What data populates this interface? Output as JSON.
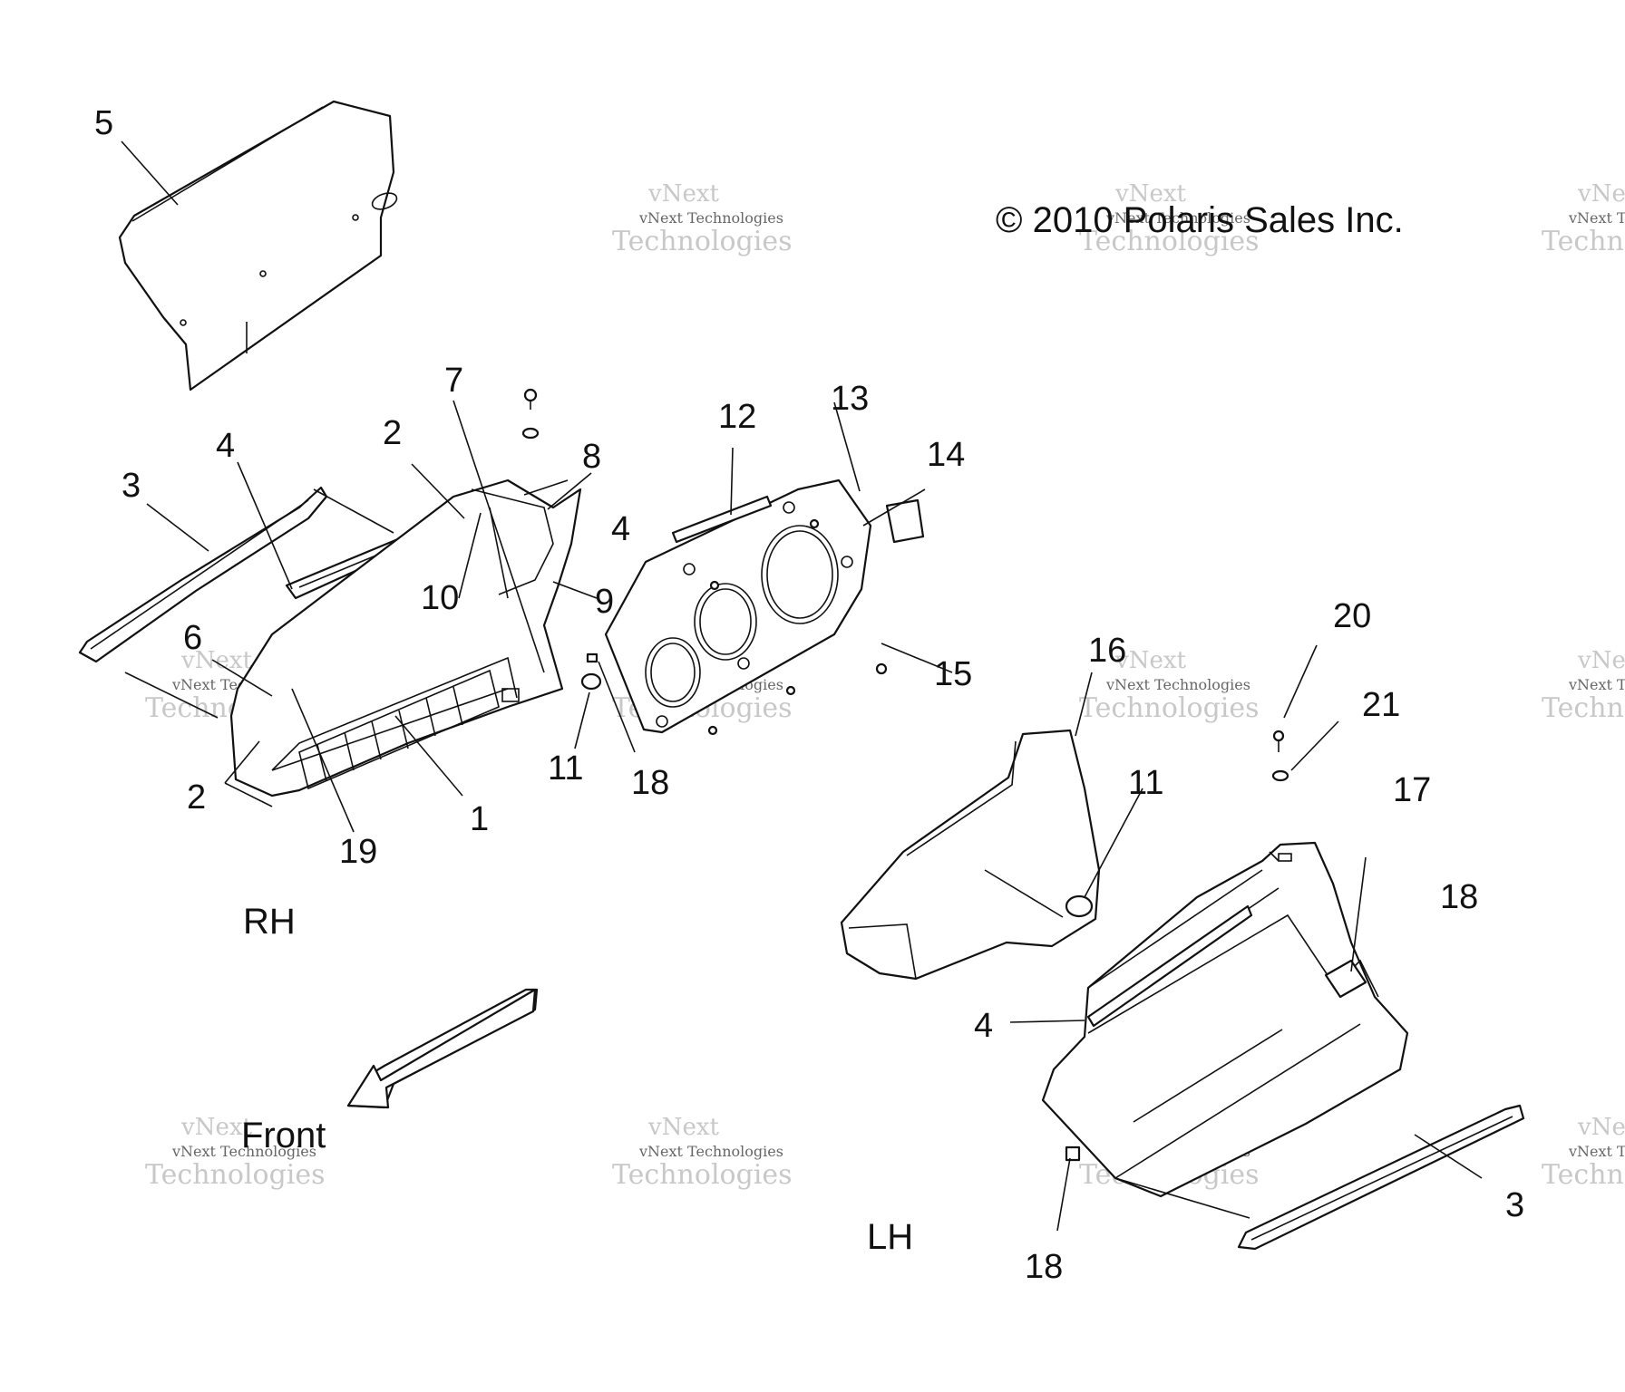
{
  "copyright": "© 2010 Polaris Sales Inc.",
  "views": {
    "rh": "RH",
    "lh": "LH",
    "front": "Front"
  },
  "watermark": {
    "line1": "vNext",
    "line2": "vNext Technologies",
    "line3": "Technologies"
  },
  "callouts": {
    "c5": "5",
    "c7": "7",
    "c2a": "2",
    "c8": "8",
    "c12": "12",
    "c13": "13",
    "c14": "14",
    "c4a": "4",
    "c3a": "3",
    "c4b": "4",
    "c10": "10",
    "c9": "9",
    "c6": "6",
    "c15": "15",
    "c11a": "11",
    "c18a": "18",
    "c2b": "2",
    "c1": "1",
    "c19": "19",
    "c16": "16",
    "c20": "20",
    "c21": "21",
    "c11b": "11",
    "c17": "17",
    "c18b": "18",
    "c4c": "4",
    "c3b": "3",
    "c18c": "18"
  }
}
